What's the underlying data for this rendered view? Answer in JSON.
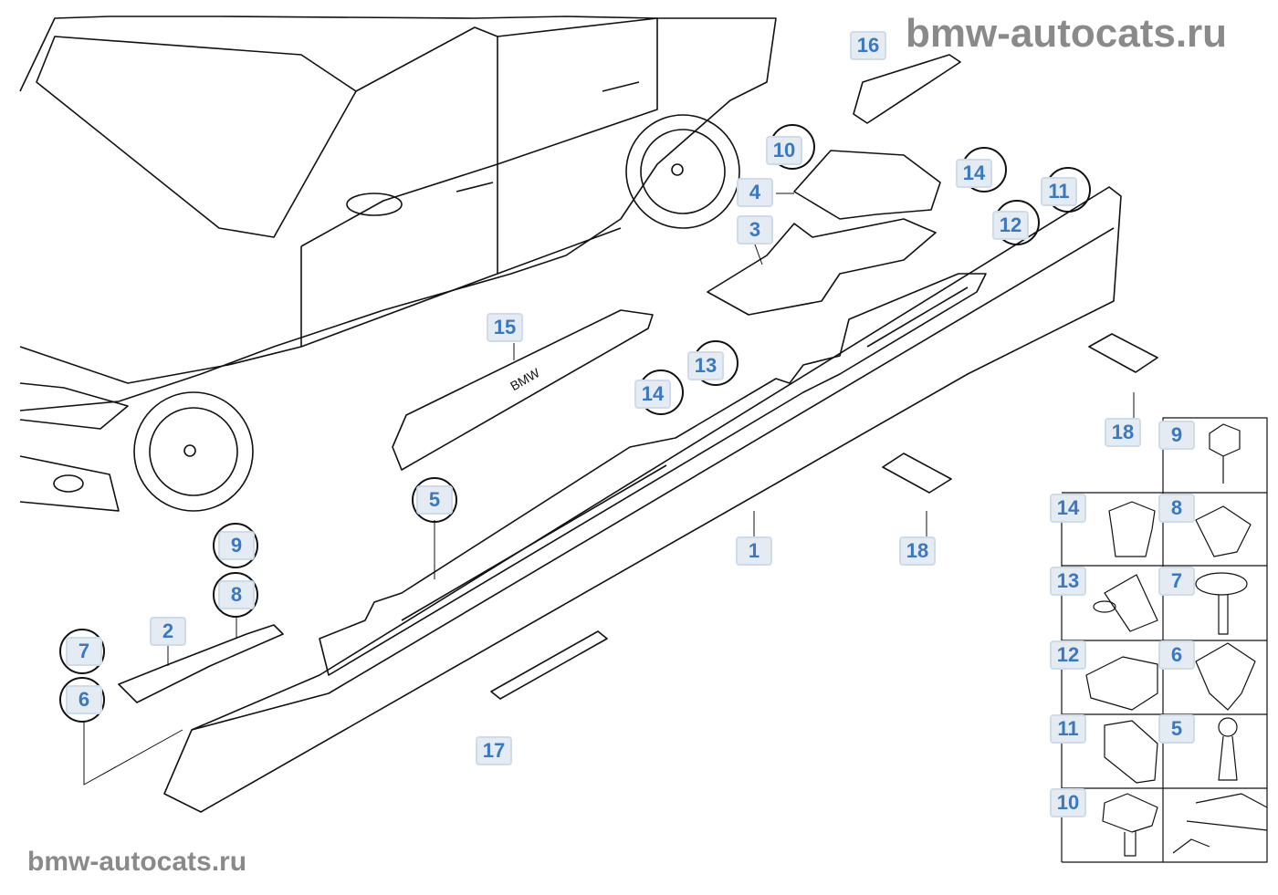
{
  "watermark": {
    "top": "bmw-autocats.ru",
    "bottom": "bmw-autocats.ru"
  },
  "diagram_labels": {
    "p16": "16",
    "p10": "10",
    "p4": "4",
    "p3": "3",
    "p14a": "14",
    "p11": "11",
    "p12": "12",
    "p15": "15",
    "p13": "13",
    "p14b": "14",
    "p5": "5",
    "p9": "9",
    "p8": "8",
    "p2": "2",
    "p7": "7",
    "p6": "6",
    "p1": "1",
    "p18a": "18",
    "p18b": "18",
    "p17": "17"
  },
  "parts_grid": {
    "right_column": [
      "9",
      "8",
      "7",
      "6",
      "5"
    ],
    "left_column": [
      "14",
      "13",
      "12",
      "11",
      "10"
    ]
  },
  "badge_text": {
    "bmw": "BMW"
  }
}
